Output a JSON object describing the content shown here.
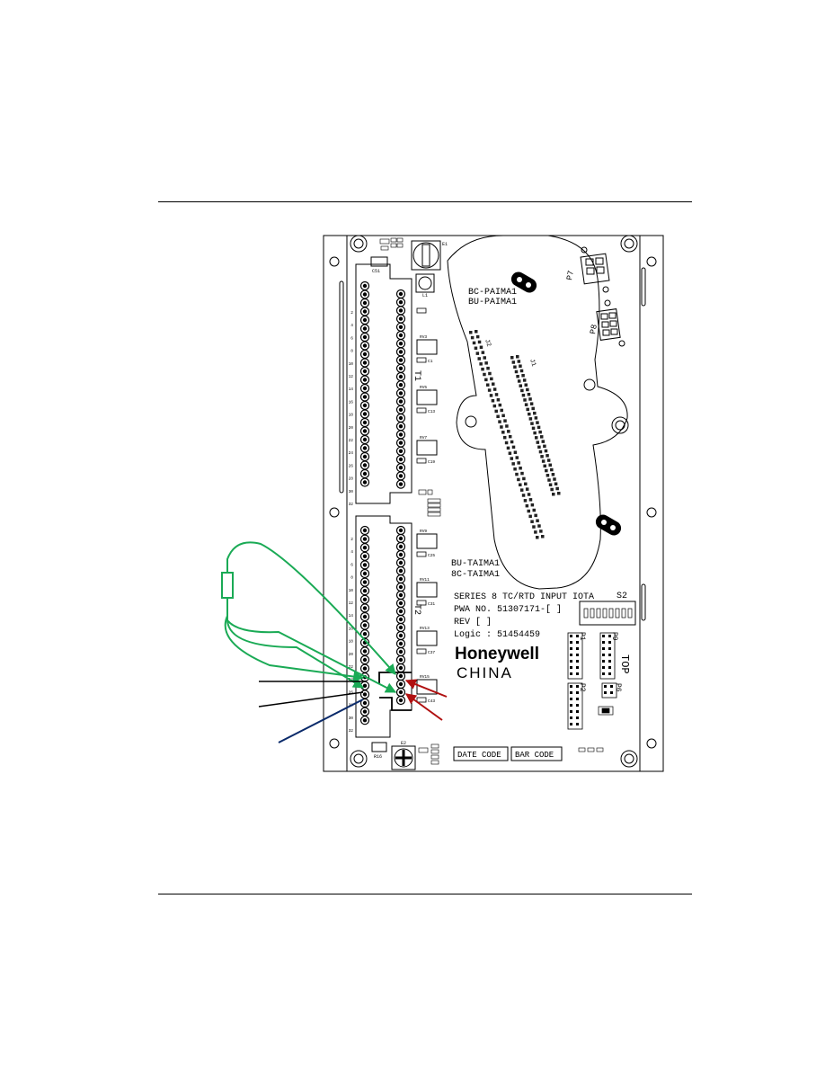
{
  "page": {
    "header_rule": true,
    "footer_rule": true
  },
  "board": {
    "pcb_label_top_1": "BC-PAIMA1",
    "pcb_label_top_2": "BU-PAIMA1",
    "pcb_label_bottom_1": "BU-TAIMA1",
    "pcb_label_bottom_2": "8C-TAIMA1",
    "series_line": "SERIES 8 TC/RTD INPUT IOTA",
    "pwa_line": "PWA NO. 51307171-[   ]",
    "rev_line": "REV [   ]",
    "logic_line": "Logic : 51454459",
    "brand": "Honeywell",
    "country": "CHINA",
    "date_code": "DATE CODE",
    "bar_code": "BAR CODE",
    "top_label": "TOP",
    "t1_label": "T1",
    "t2_label": "T2",
    "s2_label": "S2",
    "p6_label": "P6",
    "p7_label": "P7",
    "p8_label": "P8",
    "p9_label": "P9",
    "p1_label": "P1",
    "p2_label": "P2",
    "e1_label": "E1",
    "e2_label": "E2",
    "c51_label": "C51",
    "l1_label": "L1",
    "r16_label": "R16",
    "j1_label": "J1",
    "j2_label": "J2",
    "component_labels": [
      "RV3",
      "RV5",
      "RV7",
      "RV9",
      "RV11",
      "RV13",
      "RV15"
    ],
    "cap_labels": [
      "C1",
      "C13",
      "C19",
      "C25",
      "C31",
      "C37",
      "C43"
    ],
    "terminal_numbers": [
      "2",
      "4",
      "6",
      "8",
      "10",
      "12",
      "14",
      "16",
      "18",
      "20",
      "22",
      "24",
      "26",
      "28",
      "30",
      "32"
    ]
  },
  "colors": {
    "wire_green": "#1aaa55",
    "arrow_red": "#b01010",
    "wire_black": "#000000",
    "wire_navy": "#0a2a6a",
    "board_outline": "#000000"
  }
}
